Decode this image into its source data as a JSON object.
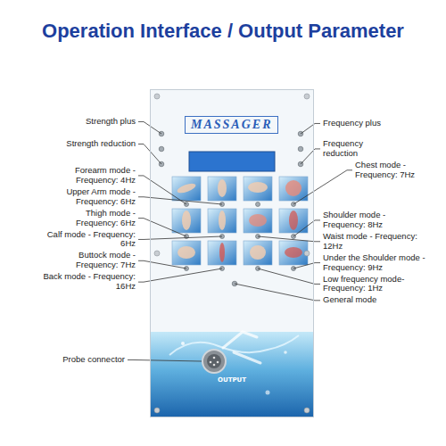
{
  "diagram": {
    "title": "Operation Interface / Output Parameter",
    "nodes": [
      {
        "text": [
          "MASSAGER",
          "OUTPUT"
        ]
      }
    ],
    "labels": [
      "Strength plus",
      "Strength reduction",
      "Forearm mode - Frequency: 4Hz",
      "Upper Arm mode - Frequency: 6Hz",
      "Thigh mode - Frequency: 6Hz",
      "Calf mode - Frequency: 6Hz",
      "Buttock mode - Frequency: 7Hz",
      "Back mode - Frequency: 16Hz",
      "Probe connector",
      "Frequency plus",
      "Frequency reduction",
      "Chest mode - Frequency: 7Hz",
      "Shoulder mode - Frequency: 8Hz",
      "Waist mode - Frequency: 12Hz",
      "Under the Shoulder mode - Frequency: 9Hz",
      "Low frequency mode-Frequency: 1Hz",
      "General mode"
    ]
  }
}
